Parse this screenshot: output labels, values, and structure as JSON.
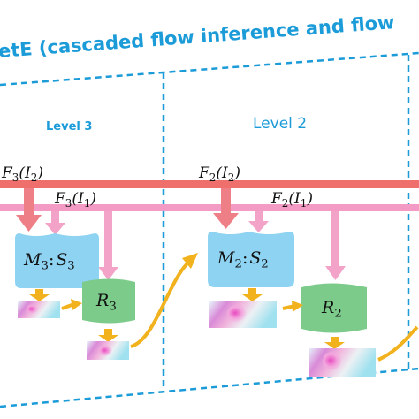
{
  "title": "etE (cascaded flow inference and flow",
  "levels": [
    {
      "label": "Level 3"
    },
    {
      "label": "Level 2"
    }
  ],
  "features": [
    {
      "name": "F",
      "sub": "3",
      "arg": "I",
      "argsub": "2"
    },
    {
      "name": "F",
      "sub": "3",
      "arg": "I",
      "argsub": "1"
    },
    {
      "name": "F",
      "sub": "2",
      "arg": "I",
      "argsub": "2"
    },
    {
      "name": "F",
      "sub": "2",
      "arg": "I",
      "argsub": "1"
    }
  ],
  "nodes": [
    {
      "main": "M",
      "main_sub": "3",
      "sep": ":",
      "second": "S",
      "second_sub": "3"
    },
    {
      "main": "R",
      "main_sub": "3"
    },
    {
      "main": "M",
      "main_sub": "2",
      "sep": ":",
      "second": "S",
      "second_sub": "2"
    },
    {
      "main": "R",
      "main_sub": "2"
    }
  ],
  "colors": {
    "accent_blue": "#1b9bd8",
    "bar_red": "#ef6f6c",
    "bar_pink": "#f39bc4",
    "arrow_pink": "#f4a3c8",
    "matching_node": "#8ed3f2",
    "refine_node": "#7ccb8b",
    "data_arrow": "#f2b21d"
  }
}
